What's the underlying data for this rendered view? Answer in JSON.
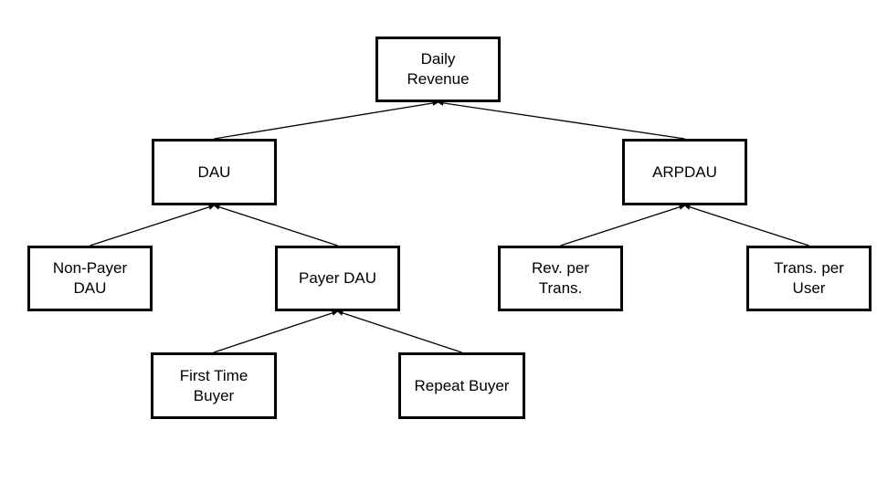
{
  "diagram": {
    "nodes": [
      {
        "id": "daily-revenue",
        "label": "Daily\nRevenue"
      },
      {
        "id": "dau",
        "label": "DAU"
      },
      {
        "id": "arpdau",
        "label": "ARPDAU"
      },
      {
        "id": "non-payer-dau",
        "label": "Non-Payer\nDAU"
      },
      {
        "id": "payer-dau",
        "label": "Payer DAU"
      },
      {
        "id": "rev-per-trans",
        "label": "Rev. per\nTrans."
      },
      {
        "id": "trans-per-user",
        "label": "Trans. per\nUser"
      },
      {
        "id": "first-time-buyer",
        "label": "First Time\nBuyer"
      },
      {
        "id": "repeat-buyer",
        "label": "Repeat Buyer"
      }
    ],
    "edges": [
      {
        "from": "dau",
        "to": "daily-revenue"
      },
      {
        "from": "arpdau",
        "to": "daily-revenue"
      },
      {
        "from": "non-payer-dau",
        "to": "dau"
      },
      {
        "from": "payer-dau",
        "to": "dau"
      },
      {
        "from": "rev-per-trans",
        "to": "arpdau"
      },
      {
        "from": "trans-per-user",
        "to": "arpdau"
      },
      {
        "from": "first-time-buyer",
        "to": "payer-dau"
      },
      {
        "from": "repeat-buyer",
        "to": "payer-dau"
      }
    ],
    "colors": {
      "stroke": "#000000",
      "fill": "#ffffff",
      "text": "#000000"
    }
  }
}
